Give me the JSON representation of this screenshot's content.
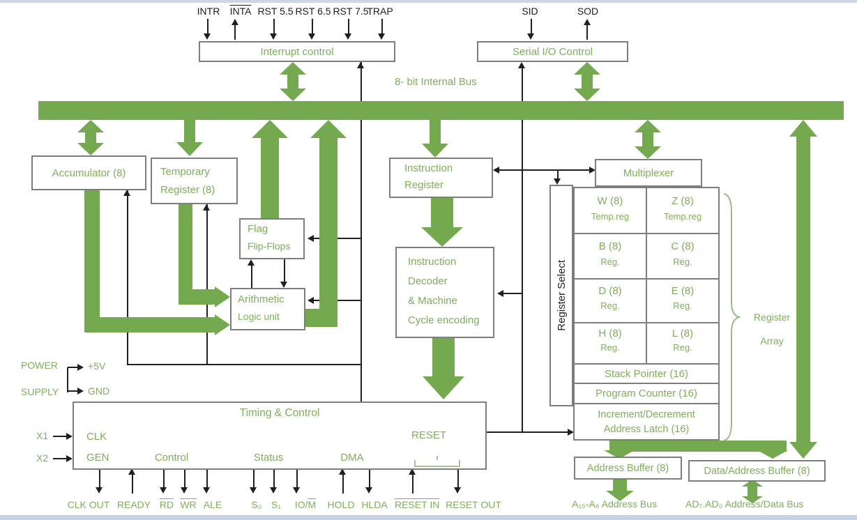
{
  "top": {
    "interrupt_box": "Interrupt control",
    "serial_box": "Serial I/O Control",
    "signals": {
      "intr": "INTR",
      "inta": "INTA",
      "rst55": "RST 5.5",
      "rst65": "RST 6.5",
      "rst75": "RST 7.5",
      "trap": "TRAP",
      "sid": "SID",
      "sod": "SOD"
    }
  },
  "bus_label": "8- bit Internal Bus",
  "blocks": {
    "accumulator": "Accumulator (8)",
    "temp_register": [
      "Temporary",
      "Register (8)"
    ],
    "flag": [
      "Flag",
      "Flip-Flops"
    ],
    "alu": [
      "Arithmetic",
      "Logic unit"
    ],
    "instruction_register": [
      "Instruction",
      "Register"
    ],
    "decoder": [
      "Instruction",
      "Decoder",
      "& Machine",
      "Cycle encoding"
    ],
    "multiplexer": "Multiplexer",
    "register_select": "Register Select",
    "timing_control": "Timing & Control",
    "address_buffer": "Address Buffer (8)",
    "data_address_buffer": "Data/Address Buffer (8)"
  },
  "registers": {
    "pairs": [
      {
        "l_name": "W (8)",
        "l_sub": "Temp.reg",
        "r_name": "Z (8)",
        "r_sub": "Temp.reg"
      },
      {
        "l_name": "B (8)",
        "l_sub": "Reg.",
        "r_name": "C (8)",
        "r_sub": "Reg."
      },
      {
        "l_name": "D (8)",
        "l_sub": "Reg.",
        "r_name": "E (8)",
        "r_sub": "Reg."
      },
      {
        "l_name": "H (8)",
        "l_sub": "Reg.",
        "r_name": "L (8)",
        "r_sub": "Reg."
      }
    ],
    "stack_pointer": "Stack Pointer (16)",
    "program_counter": "Program Counter (16)",
    "incr_decr": [
      "Increment/Decrement",
      "Address Latch  (16)"
    ],
    "array_label": [
      "Register",
      "Array"
    ]
  },
  "timing": {
    "clk": "CLK",
    "gen": "GEN",
    "control": "Control",
    "status": "Status",
    "dma": "DMA",
    "reset": "RESET"
  },
  "power": {
    "power": "POWER",
    "supply": "SUPPLY",
    "v5": "+5V",
    "gnd": "GND",
    "x1": "X1",
    "x2": "X2"
  },
  "bottom": {
    "clk_out": "CLK OUT",
    "ready": "READY",
    "rd": "RD",
    "wr": "WR",
    "ale": "ALE",
    "s0": "S₀",
    "s1": "S₁",
    "io": "IO/",
    "m": "M",
    "hold": "HOLD",
    "hlda": "HLDA",
    "reset_in": "RESET IN",
    "reset_out": "RESET OUT",
    "a_bus": "A₁₅-A₈ Address Bus",
    "ad_bus": "AD₇.AD₀ Address/Data Bus"
  },
  "colors": {
    "green": "#74a94f",
    "green_text": "#7eae5a",
    "wire": "#1f1f1f",
    "border": "#7d7d7d"
  }
}
